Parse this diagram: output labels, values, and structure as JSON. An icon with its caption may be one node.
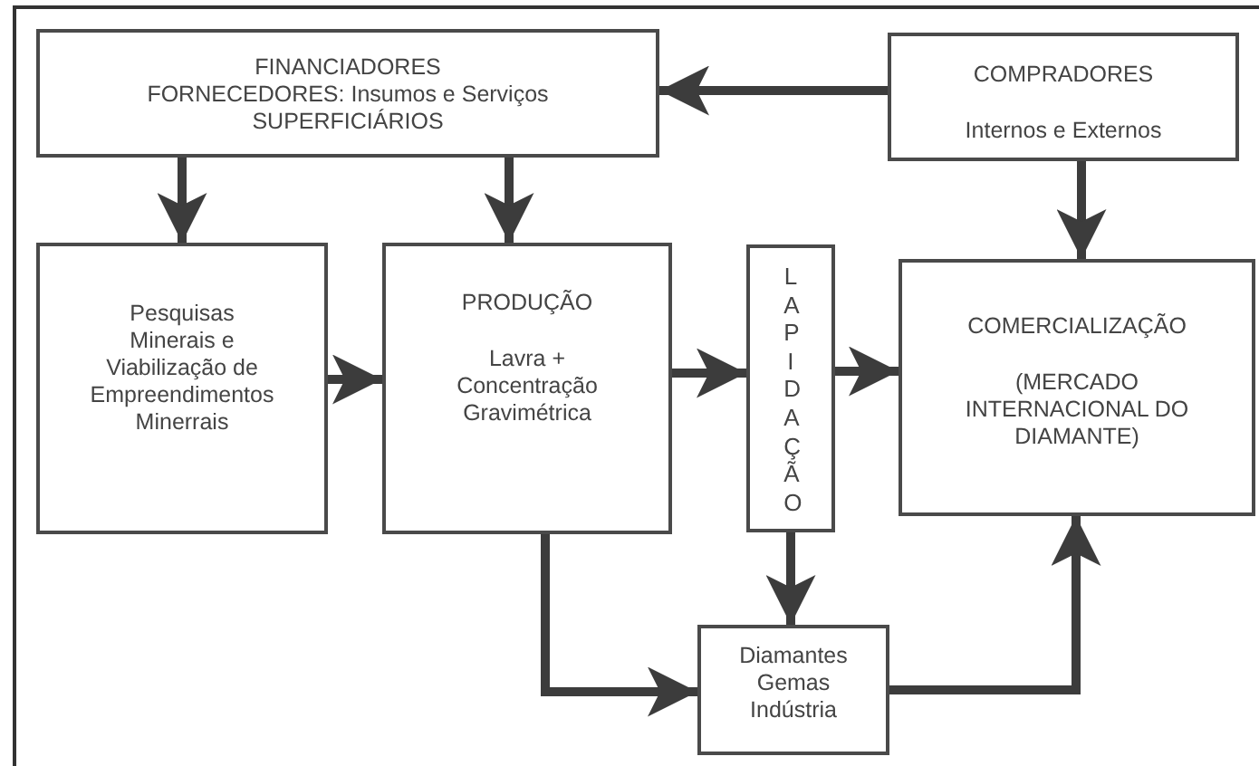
{
  "diagram": {
    "nodes": [
      {
        "text": [
          "FINANCIADORES",
          "FORNECEDORES: Insumos e Serviços",
          "SUPERFICIÁRIOS"
        ]
      },
      {
        "text": [
          "COMPRADORES",
          "Internos e Externos"
        ]
      },
      {
        "text": [
          "Pesquisas Minerais e Viabilização de Empreendimentos Minerrais"
        ]
      },
      {
        "text": [
          "PRODUÇÃO",
          "Lavra + Concentração Gravimétrica"
        ]
      },
      {
        "text": [
          "LAPIDAÇÃO"
        ]
      },
      {
        "text": [
          "COMERCIALIZAÇÃO",
          "(MERCADO INTERNACIONAL DO DIAMANTE)"
        ]
      },
      {
        "text": [
          "Diamantes Gemas Indústria"
        ]
      }
    ],
    "edges": [
      {
        "from": 1,
        "to": 0,
        "arrow": "to"
      },
      {
        "from": 0,
        "to": 2,
        "arrow": "to"
      },
      {
        "from": 0,
        "to": 3,
        "arrow": "to"
      },
      {
        "from": 1,
        "to": 5,
        "arrow": "to"
      },
      {
        "from": 2,
        "to": 3,
        "arrow": "to"
      },
      {
        "from": 3,
        "to": 4,
        "arrow": "to"
      },
      {
        "from": 4,
        "to": 5,
        "arrow": "to"
      },
      {
        "from": 3,
        "to": 6,
        "arrow": "to"
      },
      {
        "from": 4,
        "to": 6,
        "arrow": "to"
      },
      {
        "from": 6,
        "to": 5,
        "arrow": "to"
      }
    ]
  }
}
